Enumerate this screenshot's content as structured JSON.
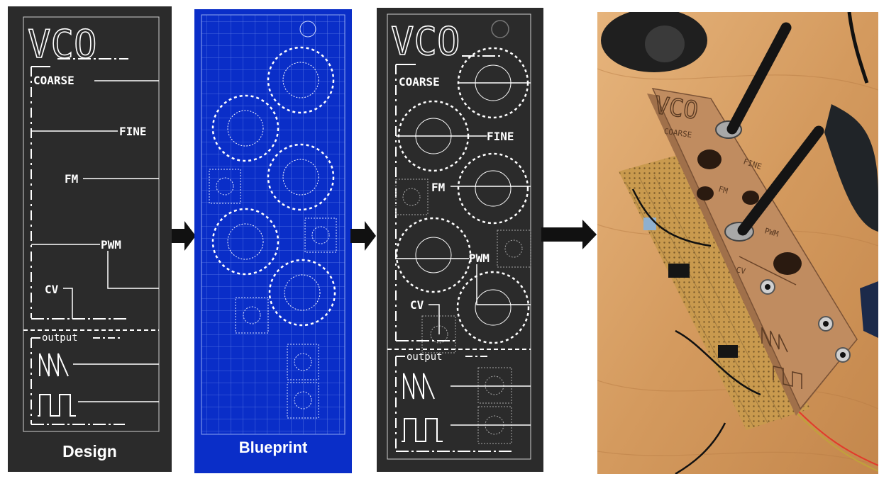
{
  "panels": {
    "design": {
      "title": "VCO",
      "labels": {
        "coarse": "COARSE",
        "fine": "FINE",
        "fm": "FM",
        "pwm": "PWM",
        "cv": "CV",
        "output": "output"
      },
      "caption": "Design"
    },
    "blueprint": {
      "caption": "Blueprint"
    },
    "layout": {
      "title": "VCO",
      "labels": {
        "coarse": "COARSE",
        "fine": "FINE",
        "fm": "FM",
        "pwm": "PWM",
        "cv": "CV",
        "output": "output"
      }
    },
    "photo": {
      "engraving": {
        "title": "VCO",
        "coarse": "COARSE",
        "fine": "FINE",
        "fm": "FM",
        "pwm": "PWM",
        "cv": "CV"
      }
    }
  },
  "icons": [
    "right-arrow-icon",
    "sawtooth-wave-icon",
    "square-wave-icon"
  ],
  "colors": {
    "panel": "#2b2b2b",
    "blueprint": "#0a2ec8",
    "line": "#ffffff",
    "wood": "#b8865a",
    "table": "#d9a36a"
  }
}
